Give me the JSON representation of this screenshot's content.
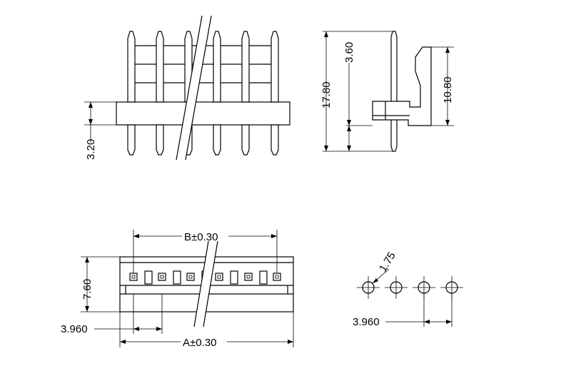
{
  "drawing": {
    "front_view": {
      "pin_pitch_note": "",
      "dim_body_height": "3.20"
    },
    "side_view": {
      "dim_total_height": "17.80",
      "dim_top_pin": "3.60",
      "dim_housing_height": "10.80"
    },
    "top_view": {
      "dim_b": "B±0.30",
      "dim_a": "A±0.30",
      "dim_depth": "7.60",
      "dim_pitch": "3.960"
    },
    "pcb_layout": {
      "dim_hole": "1.75",
      "dim_pitch": "3.960"
    }
  }
}
